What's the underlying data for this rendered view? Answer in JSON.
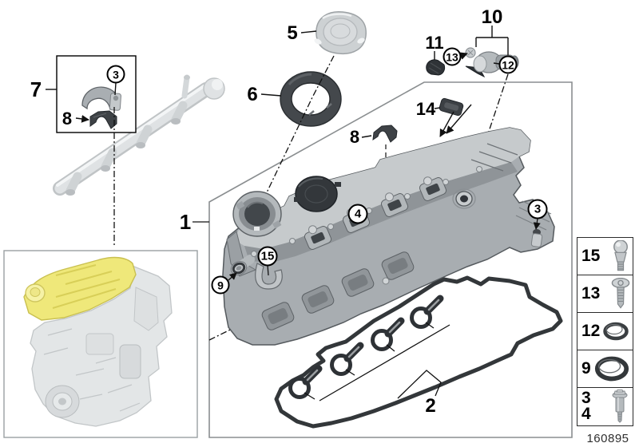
{
  "colors": {
    "line_dark": "#1a1a1a",
    "frame_gray": "#8a8e90",
    "part_gray": "#a8adb1",
    "part_dark": "#33373b",
    "part_light": "#d9dcde",
    "highlight_yellow": "#efe87a"
  },
  "figure": {
    "doc_number": "160895",
    "labels": {
      "rail_assembly": "7",
      "rail_clamp": "3",
      "rail_saddle": "8",
      "filler_cap": "5",
      "cap_gasket_ring": "6",
      "cylinder_head_cover": "1",
      "cover_saddle": "8",
      "sensor_assembly": "10",
      "sensor_plug_cap": "11",
      "sensor_screw": "13",
      "sensor_o_ring": "12",
      "blanking_seal": "14",
      "stud_bolt": "4",
      "ball_pin": "15",
      "profile_gasket_port": "9",
      "mount_bolt": "3",
      "gasket_set": "2"
    },
    "sidebar": {
      "items": [
        {
          "icon": "ball-stud-icon",
          "labels": [
            "15"
          ]
        },
        {
          "icon": "screw-icon",
          "labels": [
            "13"
          ]
        },
        {
          "icon": "small-o-ring-icon",
          "labels": [
            "12"
          ]
        },
        {
          "icon": "o-ring-icon",
          "labels": [
            "9"
          ]
        },
        {
          "icon": "collar-bolt-icon",
          "labels": [
            "3",
            "4"
          ]
        }
      ]
    }
  }
}
